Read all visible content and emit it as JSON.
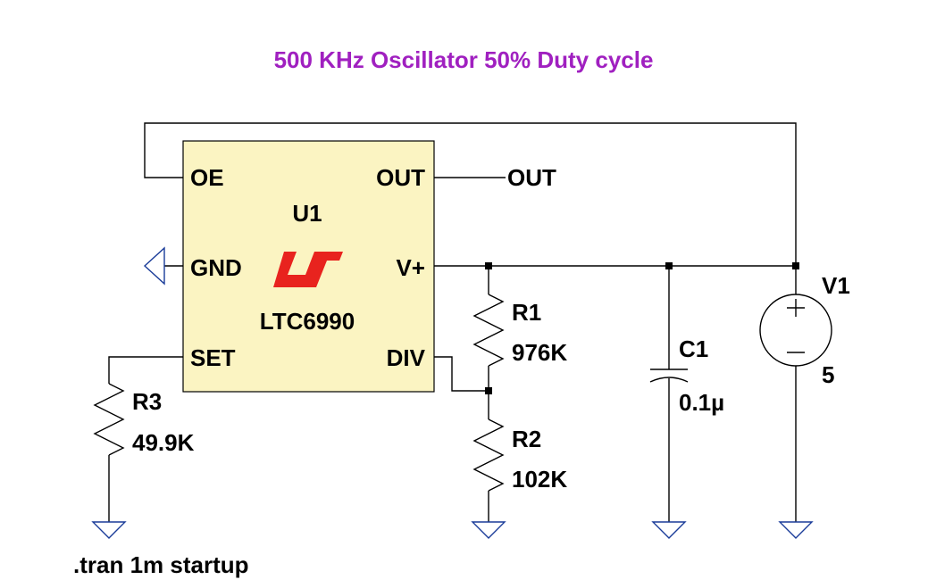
{
  "title": "500 KHz Oscillator 50% Duty cycle",
  "colors": {
    "title": "#a020c0",
    "ic_fill": "#fbf4c2",
    "ground": "#1a3c99",
    "logo": "#e8231e",
    "wire": "#000000"
  },
  "ic": {
    "refdes": "U1",
    "part": "LTC6990",
    "pins": {
      "oe": "OE",
      "out": "OUT",
      "gnd": "GND",
      "vplus": "V+",
      "set": "SET",
      "div": "DIV"
    },
    "logo_icon": "lt-logo-icon"
  },
  "net_out": "OUT",
  "r1": {
    "name": "R1",
    "value": "976K"
  },
  "r2": {
    "name": "R2",
    "value": "102K"
  },
  "r3": {
    "name": "R3",
    "value": "49.9K"
  },
  "c1": {
    "name": "C1",
    "value": "0.1µ"
  },
  "v1": {
    "name": "V1",
    "value": "5"
  },
  "directive": ".tran 1m startup"
}
